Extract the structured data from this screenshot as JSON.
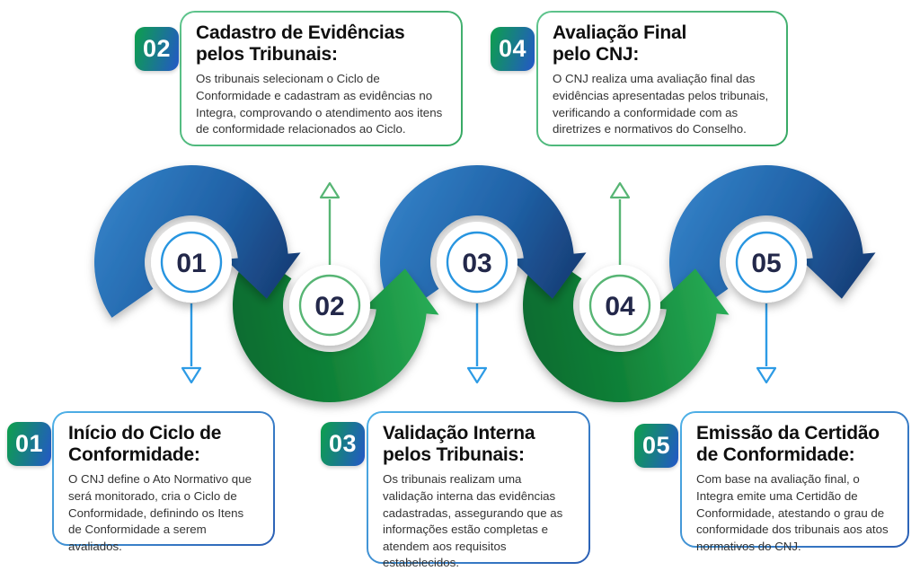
{
  "colors": {
    "wave_blue_light": "#3584ca",
    "wave_blue_mid": "#2061a6",
    "wave_blue_dark": "#16386f",
    "wave_green_dark": "#0c6c30",
    "wave_green_mid": "#118238",
    "wave_green_light": "#27aa54",
    "ring_blue": "#2795e0",
    "ring_green": "#57b574",
    "connector_blue": "#2d9be5",
    "connector_green": "#57b574",
    "number_color": "#23284a",
    "badge_green": "#0da04b",
    "badge_blue": "#2457c8",
    "border_green_light": "#5fc48d",
    "border_green_dark": "#37a863",
    "border_blue_light": "#4fb2e8",
    "border_blue_dark": "#2b5fb4",
    "title_color": "#0f0f0f",
    "body_color": "#333333"
  },
  "steps": [
    {
      "number": "01",
      "marker": "blue",
      "connector": "down",
      "card": {
        "placement": "bottom",
        "title": "Início do Ciclo de\nConformidade:",
        "body": "O CNJ define o Ato Normativo que será monitorado, cria o Ciclo de Conformidade, definindo os Itens de Conformidade a serem avaliados."
      }
    },
    {
      "number": "02",
      "marker": "green",
      "connector": "up",
      "card": {
        "placement": "top",
        "title": "Cadastro de Evidências\npelos Tribunais:",
        "body": "Os tribunais selecionam o Ciclo de Conformidade e cadastram as evidências no Integra, comprovando o atendimento aos itens de conformidade relacionados ao Ciclo."
      }
    },
    {
      "number": "03",
      "marker": "blue",
      "connector": "down",
      "card": {
        "placement": "bottom",
        "title": "Validação Interna\npelos Tribunais:",
        "body": "Os tribunais realizam uma validação interna das evidências cadastradas, assegurando que as informações estão completas e atendem aos requisitos estabelecidos."
      }
    },
    {
      "number": "04",
      "marker": "green",
      "connector": "up",
      "card": {
        "placement": "top",
        "title": "Avaliação Final\npelo CNJ:",
        "body": "O CNJ realiza uma avaliação final das evidências apresentadas pelos tribunais, verificando a conformidade com as diretrizes e normativos do Conselho."
      }
    },
    {
      "number": "05",
      "marker": "blue",
      "connector": "down",
      "card": {
        "placement": "bottom",
        "title": "Emissão da Certidão\nde Conformidade:",
        "body": "Com base na avaliação final, o Integra emite uma Certidão de Conformidade, atestando o grau de conformidade dos tribunais aos atos normativos do CNJ."
      }
    }
  ]
}
